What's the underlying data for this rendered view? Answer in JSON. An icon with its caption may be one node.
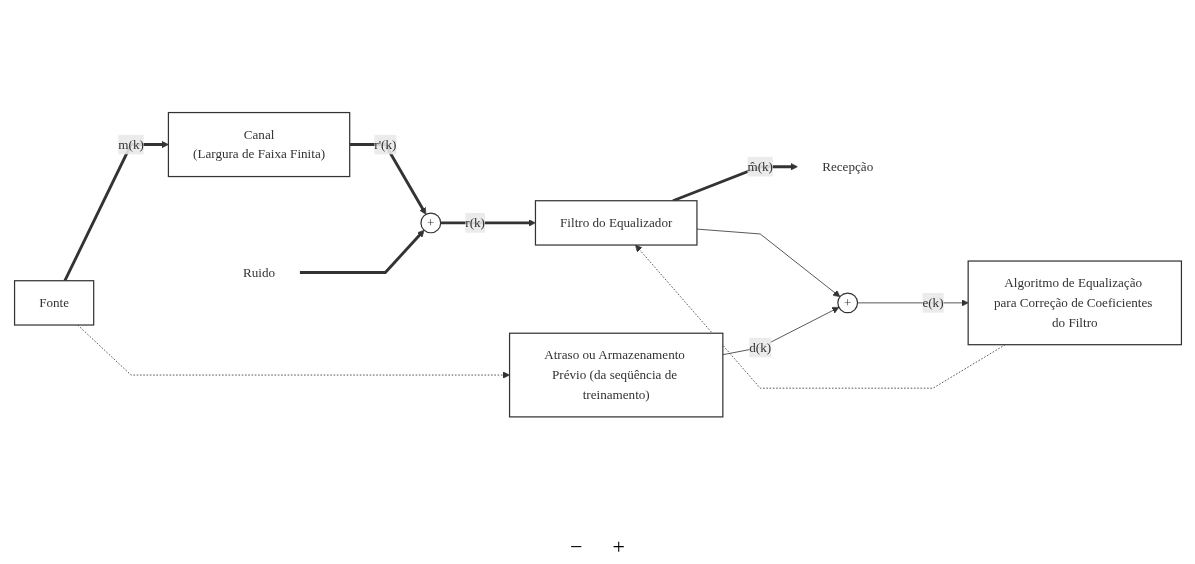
{
  "diagram": {
    "nodes": [
      {
        "text": [
          "Fonte"
        ]
      },
      {
        "text": [
          "Canal",
          "(Largura de Faixa Finita)"
        ]
      },
      {
        "text": [
          "Ruido"
        ]
      },
      {
        "text": [
          "+"
        ]
      },
      {
        "text": [
          "Filtro do Equalizador"
        ]
      },
      {
        "text": [
          "Recepção"
        ]
      },
      {
        "text": [
          "Atraso ou Armazenamento Prévio (da seqüência de treinamento)"
        ]
      },
      {
        "text": [
          "+"
        ]
      },
      {
        "text": [
          "Algoritmo de Equalização para Correção de Coeficientes do Filtro"
        ]
      }
    ],
    "edges": [
      {
        "from": 0,
        "to": 1,
        "arrow": "to",
        "label": "m(k)",
        "style": "thick"
      },
      {
        "from": 1,
        "to": 3,
        "arrow": "to",
        "label": "r'(k)",
        "style": "thick"
      },
      {
        "from": 2,
        "to": 3,
        "arrow": "to",
        "style": "thick"
      },
      {
        "from": 3,
        "to": 4,
        "arrow": "to",
        "label": "r(k)",
        "style": "thick"
      },
      {
        "from": 4,
        "to": 5,
        "arrow": "to",
        "label": "m̂(k)",
        "style": "thick"
      },
      {
        "from": 4,
        "to": 7,
        "arrow": "to"
      },
      {
        "from": 0,
        "to": 6,
        "arrow": "to",
        "style": "dashed"
      },
      {
        "from": 6,
        "to": 7,
        "arrow": "to",
        "label": "d(k)"
      },
      {
        "from": 7,
        "to": 8,
        "arrow": "to",
        "label": "e(k)"
      },
      {
        "from": 8,
        "to": 4,
        "arrow": "to",
        "style": "dashed"
      }
    ],
    "labels": [
      "−",
      "+"
    ]
  }
}
